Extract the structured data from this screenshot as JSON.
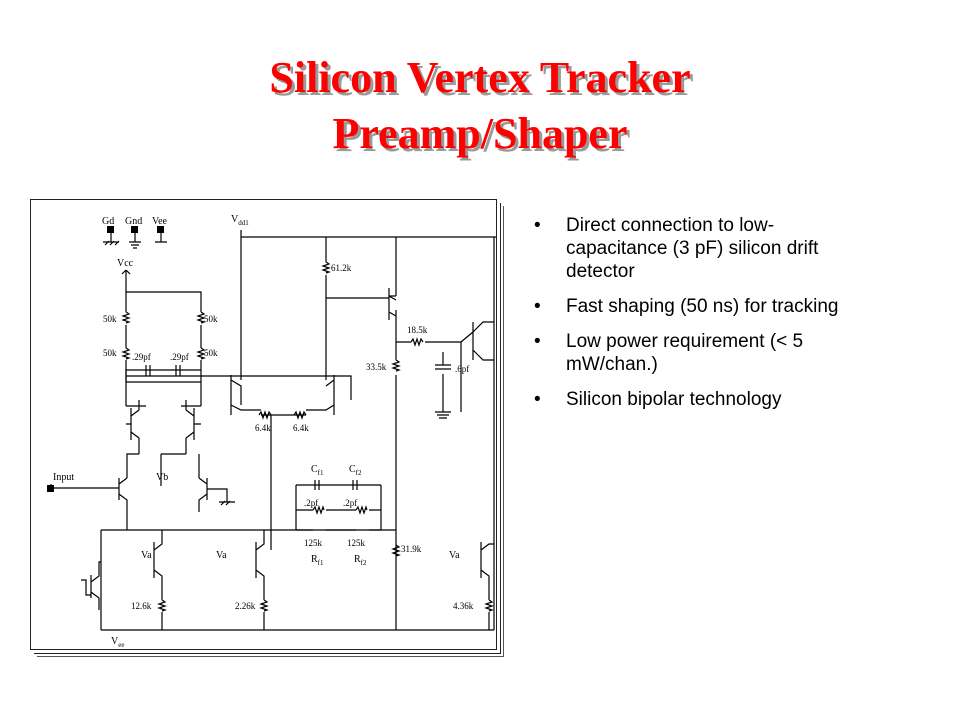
{
  "title": {
    "line1": "Silicon Vertex Tracker",
    "line2": "Preamp/Shaper"
  },
  "bullets": [
    "Direct connection to low-capacitance (3 pF) silicon drift detector",
    "Fast shaping (50 ns) for tracking",
    "Low power requirement (< 5 mW/chan.)",
    "Silicon bipolar technology"
  ],
  "schematic": {
    "labels": {
      "gd": "Gd",
      "gnd": "Gnd",
      "vee": "Vee",
      "vcc": "Vcc",
      "vdd1": "V",
      "vdd1_sub": "dd1",
      "vee_bottom": "V",
      "vee_bottom_sub": "ee",
      "input": "Input",
      "vb": "Vb",
      "va1": "Va",
      "va2": "Va",
      "va3": "Va",
      "cf1": "C",
      "cf1_sub": "f1",
      "cf2": "C",
      "cf2_sub": "f2",
      "rf1": "R",
      "rf1_sub": "f1",
      "rf2": "R",
      "rf2_sub": "f2"
    },
    "values": {
      "r_50k_tl": "50k",
      "r_50k_tr": "50k",
      "r_50k_bl": "50k",
      "r_50k_br": "50k",
      "c_029_a": ".29pf",
      "c_029_b": ".29pf",
      "r_64k_a": "6.4k",
      "r_64k_b": "6.4k",
      "r_612k": "61.2k",
      "r_185k": "18.5k",
      "r_335k": "33.5k",
      "c_6pf": ".6pf",
      "c_2pf_a": ".2pf",
      "c_2pf_b": ".2pf",
      "r_125k_a": "125k",
      "r_125k_b": "125k",
      "r_319k": "31.9k",
      "r_126k": "12.6k",
      "r_226k": "2.26k",
      "r_436k": "4.36k"
    }
  }
}
